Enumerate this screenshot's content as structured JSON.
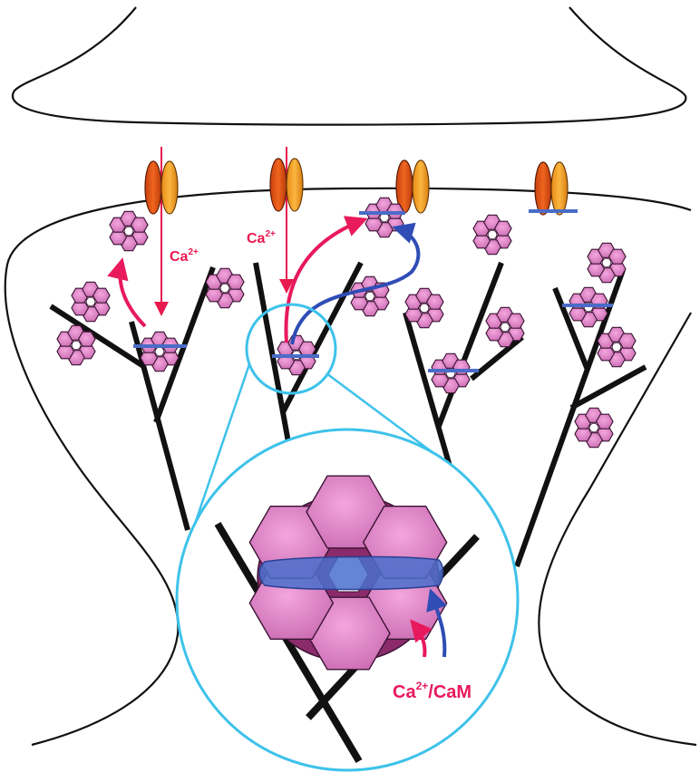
{
  "labels": {
    "ca_left": "Ca",
    "ca_left_sup": "2+",
    "ca_mid": "Ca",
    "ca_mid_sup": "2+",
    "cacam_main": "Ca",
    "cacam_sup": "2+",
    "cacam_tail": "/CaM"
  },
  "colors": {
    "membrane": "#111111",
    "actin": "#111111",
    "camkii_fill": "#d57ac0",
    "camkii_dark": "#8b2b6b",
    "camkii_outline": "#3b1433",
    "channel_dark": "#e0561b",
    "channel_light": "#f6a12a",
    "calcium_arrow": "#e8194f",
    "translocation_arrow": "#e8195c",
    "cam_arrow": "#2f4db5",
    "actin_binding": "#4a6cc8",
    "zoom_circle": "#3ec2ea"
  },
  "icons": {
    "channel": "ion-channel-icon",
    "holoenzyme": "camkii-holoenzyme-icon"
  }
}
